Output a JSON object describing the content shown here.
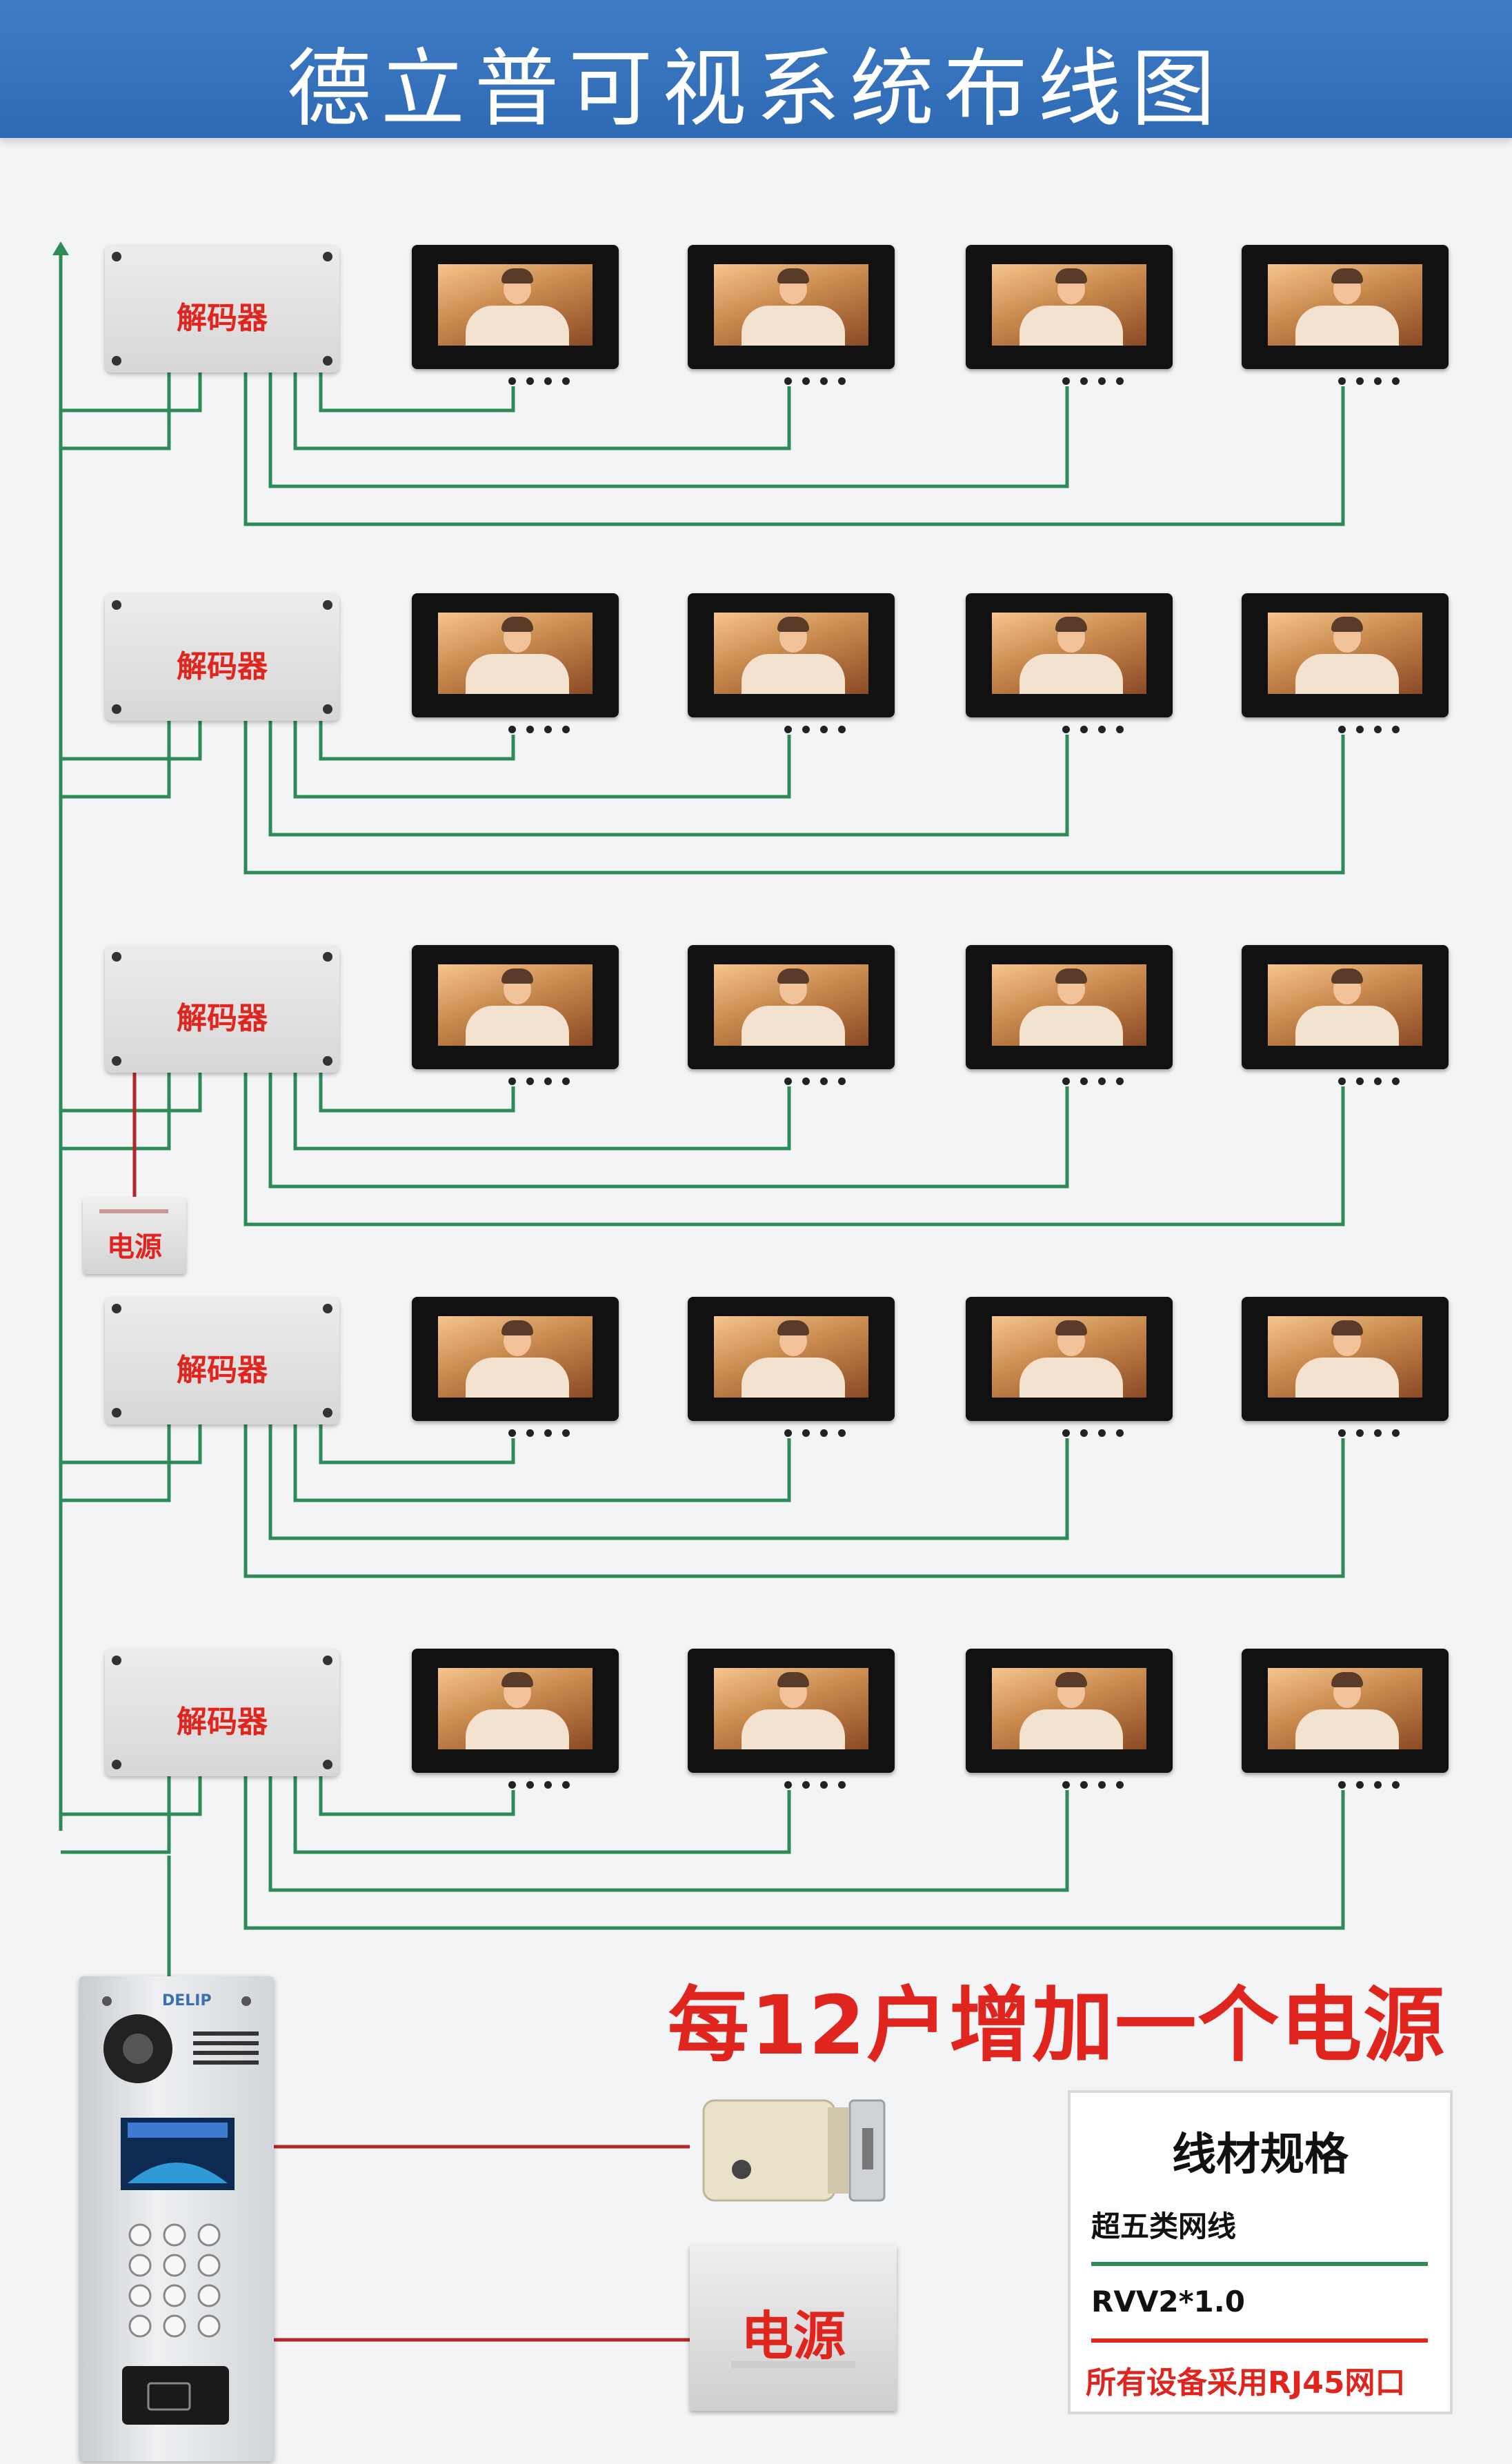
{
  "header": {
    "title": "德立普可视系统布线图"
  },
  "rows": [
    {
      "decoder_label": "解码器"
    },
    {
      "decoder_label": "解码器"
    },
    {
      "decoder_label": "解码器"
    },
    {
      "decoder_label": "解码器"
    },
    {
      "decoder_label": "解码器"
    }
  ],
  "monitors_per_row": 4,
  "power_supply_small": {
    "label": "电源"
  },
  "notice": "每12户增加一个电源",
  "door_panel": {
    "brand": "DELIP"
  },
  "power_supply_large": {
    "label": "电源"
  },
  "spec": {
    "title": "线材规格",
    "rows": [
      {
        "label": "超五类网线",
        "color": "#2e8b57"
      },
      {
        "label": "RVV2*1.0",
        "color": "#e0251f"
      }
    ],
    "note": "所有设备采用RJ45网口"
  },
  "colors": {
    "network_wire": "#2e8b57",
    "power_wire": "#b3262b",
    "title_bar": "#3574be",
    "label_red": "#e0251f"
  }
}
